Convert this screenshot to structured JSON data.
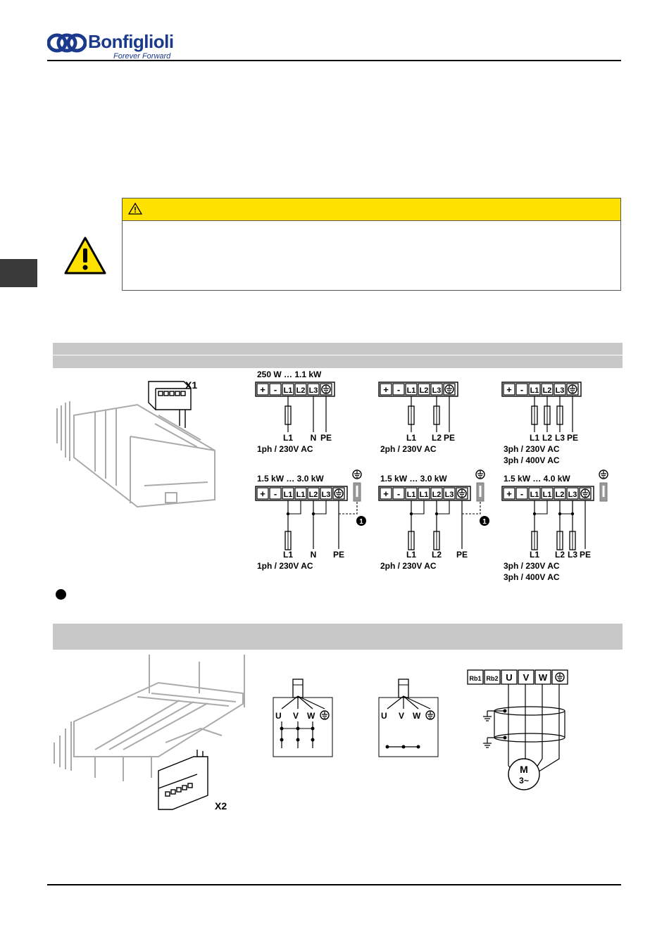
{
  "header": {
    "brand_name": "Bonfiglioli",
    "tagline": "Forever Forward"
  },
  "caution": {
    "bar_icon": "warning-triangle-icon",
    "side_icon": "warning-triangle-icon",
    "bar_color": "#ffe100"
  },
  "mains": {
    "connector_label": "X1",
    "diagrams": [
      {
        "range": "250 W … 1.1 kW",
        "terminals": [
          "+",
          "-",
          "L1",
          "L2",
          "L3",
          "⏚"
        ],
        "lines": [
          "L1",
          "N",
          "PE"
        ],
        "captions": [
          "1ph / 230V AC"
        ]
      },
      {
        "range": "",
        "terminals": [
          "+",
          "-",
          "L1",
          "L2",
          "L3",
          "⏚"
        ],
        "lines": [
          "L1",
          "L2",
          "PE"
        ],
        "captions": [
          "2ph / 230V AC"
        ]
      },
      {
        "range": "",
        "terminals": [
          "+",
          "-",
          "L1",
          "L2",
          "L3",
          "⏚"
        ],
        "lines": [
          "L1",
          "L2",
          "L3",
          "PE"
        ],
        "captions": [
          "3ph / 230V AC",
          "3ph / 400V AC"
        ]
      },
      {
        "range": "1.5 kW … 3.0 kW",
        "terminals": [
          "+",
          "-",
          "L1",
          "L1",
          "L2",
          "L3",
          "⏚"
        ],
        "lines": [
          "L1",
          "N",
          "PE"
        ],
        "captions": [
          "1ph / 230V AC"
        ],
        "note_marker": "1"
      },
      {
        "range": "1.5 kW … 3.0 kW",
        "terminals": [
          "+",
          "-",
          "L1",
          "L1",
          "L2",
          "L3",
          "⏚"
        ],
        "lines": [
          "L1",
          "L2",
          "PE"
        ],
        "captions": [
          "2ph / 230V AC"
        ],
        "note_marker": "1"
      },
      {
        "range": "1.5 kW … 4.0 kW",
        "terminals": [
          "+",
          "-",
          "L1",
          "L1",
          "L2",
          "L3",
          "⏚"
        ],
        "lines": [
          "L1",
          "L2",
          "L3",
          "PE"
        ],
        "captions": [
          "3ph / 230V AC",
          "3ph / 400V AC"
        ]
      }
    ]
  },
  "motor": {
    "connector_label": "X2",
    "star_labels": [
      "U",
      "V",
      "W"
    ],
    "delta_labels": [
      "U",
      "V",
      "W"
    ],
    "terminals": [
      "Rb1",
      "Rb2",
      "U",
      "V",
      "W",
      "⏚"
    ],
    "motor_label": "M",
    "motor_phase": "3~"
  }
}
